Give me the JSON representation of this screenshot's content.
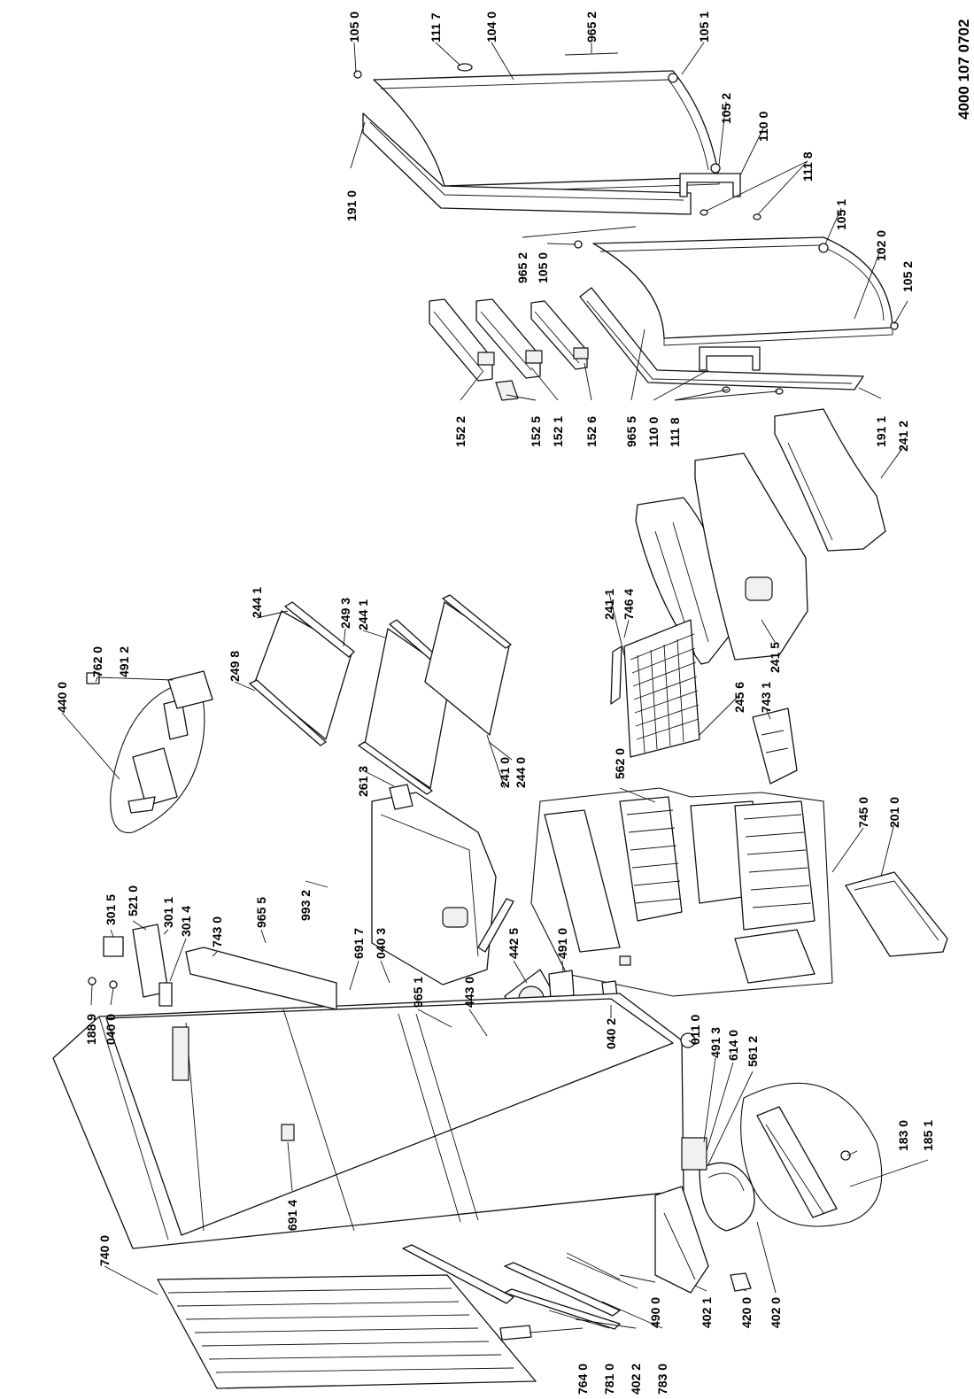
{
  "document_number": "4000 107 0702",
  "part_labels": [
    {
      "id": "p1",
      "text": "105 0"
    },
    {
      "id": "p2",
      "text": "111 7"
    },
    {
      "id": "p3",
      "text": "104 0"
    },
    {
      "id": "p4",
      "text": "965 2"
    },
    {
      "id": "p5",
      "text": "105 1"
    },
    {
      "id": "p6",
      "text": "105 2"
    },
    {
      "id": "p7",
      "text": "110 0"
    },
    {
      "id": "p8",
      "text": "111 8"
    },
    {
      "id": "p9",
      "text": "191 0"
    },
    {
      "id": "p10",
      "text": "105 1"
    },
    {
      "id": "p11",
      "text": "102 0"
    },
    {
      "id": "p12",
      "text": "965 2"
    },
    {
      "id": "p13",
      "text": "105 0"
    },
    {
      "id": "p14",
      "text": "105 2"
    },
    {
      "id": "p15",
      "text": "152 2"
    },
    {
      "id": "p16",
      "text": "152 5"
    },
    {
      "id": "p17",
      "text": "152 1"
    },
    {
      "id": "p18",
      "text": "152 6"
    },
    {
      "id": "p19",
      "text": "965 5"
    },
    {
      "id": "p20",
      "text": "110 0"
    },
    {
      "id": "p21",
      "text": "111 8"
    },
    {
      "id": "p22",
      "text": "191 1"
    },
    {
      "id": "p23",
      "text": "241 2"
    },
    {
      "id": "p24",
      "text": "241 1"
    },
    {
      "id": "p25",
      "text": "746 4"
    },
    {
      "id": "p26",
      "text": "241 5"
    },
    {
      "id": "p27",
      "text": "245 6"
    },
    {
      "id": "p28",
      "text": "743 1"
    },
    {
      "id": "p29",
      "text": "562 0"
    },
    {
      "id": "p30",
      "text": "745 0"
    },
    {
      "id": "p31",
      "text": "201 0"
    },
    {
      "id": "p32",
      "text": "440 0"
    },
    {
      "id": "p33",
      "text": "762 0"
    },
    {
      "id": "p34",
      "text": "491 2"
    },
    {
      "id": "p35",
      "text": "244 1"
    },
    {
      "id": "p36",
      "text": "249 3"
    },
    {
      "id": "p37",
      "text": "244 1"
    },
    {
      "id": "p38",
      "text": "249 8"
    },
    {
      "id": "p39",
      "text": "241 0"
    },
    {
      "id": "p40",
      "text": "244 0"
    },
    {
      "id": "p41",
      "text": "261 3"
    },
    {
      "id": "p42",
      "text": "993 2"
    },
    {
      "id": "p43",
      "text": "301 5"
    },
    {
      "id": "p44",
      "text": "521 0"
    },
    {
      "id": "p45",
      "text": "301 1"
    },
    {
      "id": "p46",
      "text": "301 4"
    },
    {
      "id": "p47",
      "text": "743 0"
    },
    {
      "id": "p48",
      "text": "965 5"
    },
    {
      "id": "p49",
      "text": "691 7"
    },
    {
      "id": "p50",
      "text": "040 3"
    },
    {
      "id": "p51",
      "text": "965 1"
    },
    {
      "id": "p52",
      "text": "442 5"
    },
    {
      "id": "p53",
      "text": "443 0"
    },
    {
      "id": "p54",
      "text": "491 0"
    },
    {
      "id": "p55",
      "text": "040 2"
    },
    {
      "id": "p56",
      "text": "188 9"
    },
    {
      "id": "p57",
      "text": "040 0"
    },
    {
      "id": "p58",
      "text": "011 0"
    },
    {
      "id": "p59",
      "text": "491 3"
    },
    {
      "id": "p60",
      "text": "614 0"
    },
    {
      "id": "p61",
      "text": "561 2"
    },
    {
      "id": "p62",
      "text": "691 4"
    },
    {
      "id": "p63",
      "text": "183 0"
    },
    {
      "id": "p64",
      "text": "185 1"
    },
    {
      "id": "p65",
      "text": "740 0"
    },
    {
      "id": "p66",
      "text": "490 0"
    },
    {
      "id": "p67",
      "text": "402 1"
    },
    {
      "id": "p68",
      "text": "420 0"
    },
    {
      "id": "p69",
      "text": "402 0"
    },
    {
      "id": "p70",
      "text": "764 0"
    },
    {
      "id": "p71",
      "text": "781 0"
    },
    {
      "id": "p72",
      "text": "402 2"
    },
    {
      "id": "p73",
      "text": "783 0"
    }
  ]
}
